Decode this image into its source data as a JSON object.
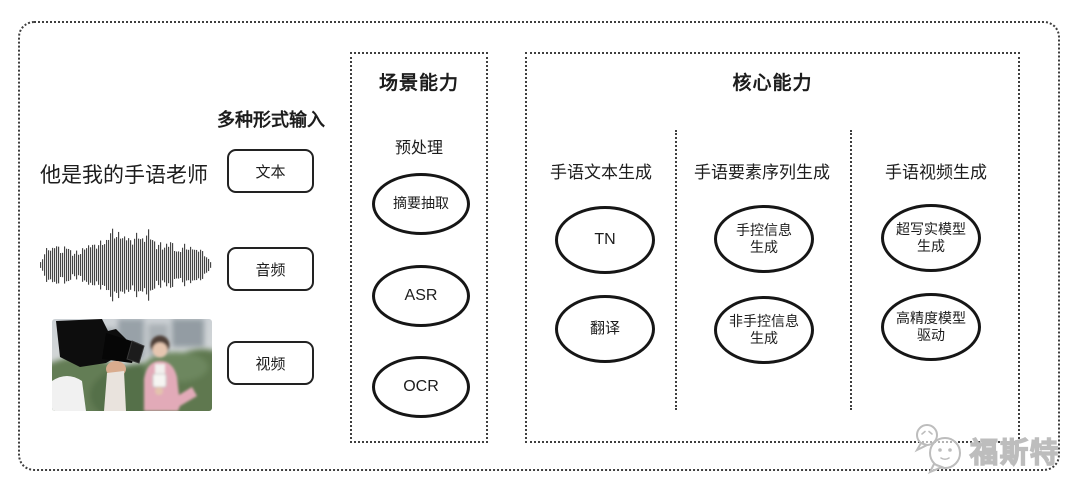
{
  "input_section": {
    "header": "多种形式输入",
    "sentence": "他是我的手语老师",
    "items": [
      {
        "label": "文本"
      },
      {
        "label": "音频"
      },
      {
        "label": "视频"
      }
    ],
    "waveform_icon": "audio-waveform-icon",
    "photo_icon": "reporter-filming-photo",
    "waveform_amplitudes": [
      0.08,
      0.3,
      0.55,
      0.4,
      0.62,
      0.5,
      0.35,
      0.6,
      0.45,
      0.3,
      0.4,
      0.32,
      0.55,
      0.5,
      0.65,
      0.55,
      0.6,
      0.72,
      0.6,
      0.95,
      1.0,
      0.85,
      0.95,
      0.75,
      0.9,
      0.65,
      0.8,
      0.95,
      0.7,
      0.85,
      1.0,
      0.75,
      0.55,
      0.65,
      0.5,
      0.6,
      0.7,
      0.5,
      0.35,
      0.5,
      0.6,
      0.45,
      0.55,
      0.4,
      0.5,
      0.35,
      0.22,
      0.1
    ]
  },
  "scene_box": {
    "title": "场景能力",
    "subtitle": "预处理",
    "nodes": [
      "摘要抽取",
      "ASR",
      "OCR"
    ]
  },
  "core_box": {
    "title": "核心能力",
    "columns": [
      {
        "header": "手语文本生成",
        "nodes": [
          "TN",
          "翻译"
        ]
      },
      {
        "header": "手语要素序列生成",
        "nodes": [
          "手控信息\n生成",
          "非手控信息\n生成"
        ]
      },
      {
        "header": "手语视频生成",
        "nodes": [
          "超写实模型\n生成",
          "高精度模型\n驱动"
        ]
      }
    ]
  },
  "watermark": {
    "text": "福斯特",
    "icon": "chat-mascot-icon"
  },
  "colors": {
    "ink": "#1d1d1d",
    "dotted_line": "#3f3f3f",
    "node_border": "#161616",
    "watermark_gray": "#bdbdbd"
  }
}
